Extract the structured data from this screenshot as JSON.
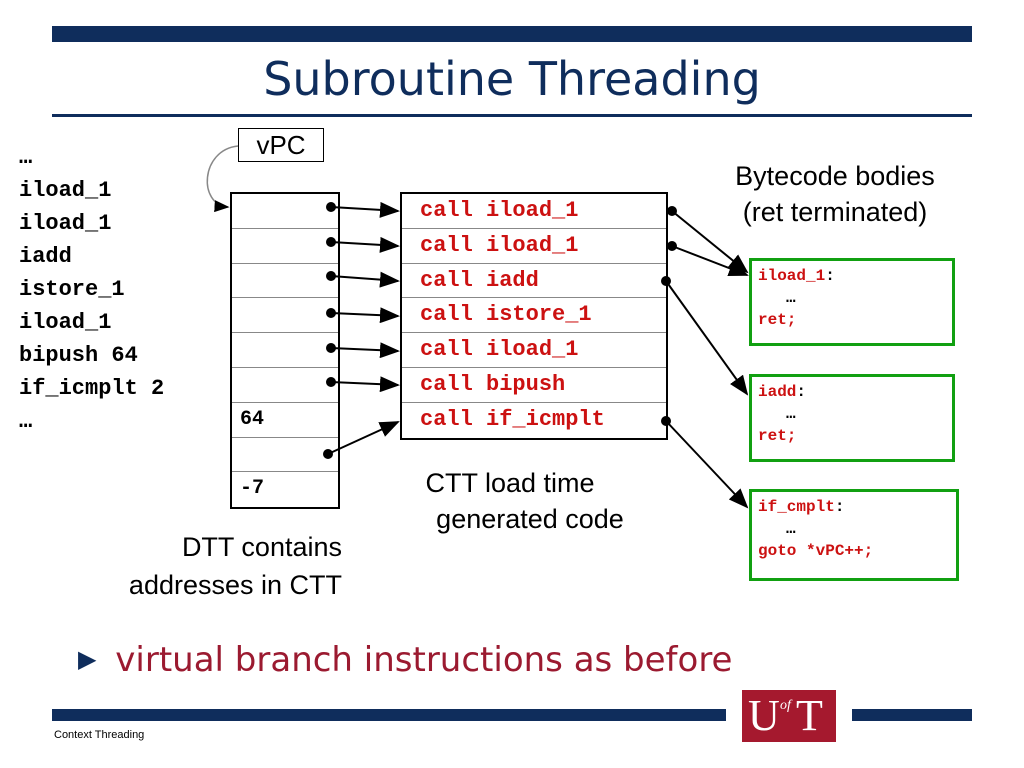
{
  "slide": {
    "title": "Subroutine Threading",
    "footer": "Context Threading",
    "bullet_marker": "▶",
    "bullet": "virtual branch instructions as before",
    "logo": {
      "left": "U",
      "sup": "of",
      "right": "T"
    }
  },
  "bytecode": [
    "…",
    "iload_1",
    "iload_1",
    "iadd",
    "istore_1",
    "iload_1",
    "bipush 64",
    "if_icmplt 2",
    "…"
  ],
  "vpc_label": "vPC",
  "dtt": {
    "values": [
      "",
      "",
      "",
      "",
      "",
      "",
      "64",
      "",
      "-7"
    ],
    "caption_line1": "DTT contains",
    "caption_line2": "addresses in CTT"
  },
  "ctt": {
    "rows": [
      "call iload_1",
      "call iload_1",
      "call iadd",
      "call istore_1",
      "call iload_1",
      "call bipush",
      "call if_icmplt"
    ],
    "caption_line1": "CTT load time",
    "caption_line2": "generated code"
  },
  "bodies": {
    "caption_line1": "Bytecode bodies",
    "caption_line2": "(ret terminated)",
    "boxes": [
      {
        "name": "iload_1",
        "colon": ":",
        "ellipsis": "…",
        "ret": "ret;"
      },
      {
        "name": "iadd",
        "colon": ":",
        "ellipsis": "…",
        "ret": "ret;"
      },
      {
        "name": "if_cmplt",
        "colon": ":",
        "ellipsis": "…",
        "ret": "goto *vPC++;"
      }
    ]
  },
  "colors": {
    "navy": "#0f2d5c",
    "red": "#cc1111",
    "green": "#11a011",
    "maroon": "#9b1a30"
  }
}
